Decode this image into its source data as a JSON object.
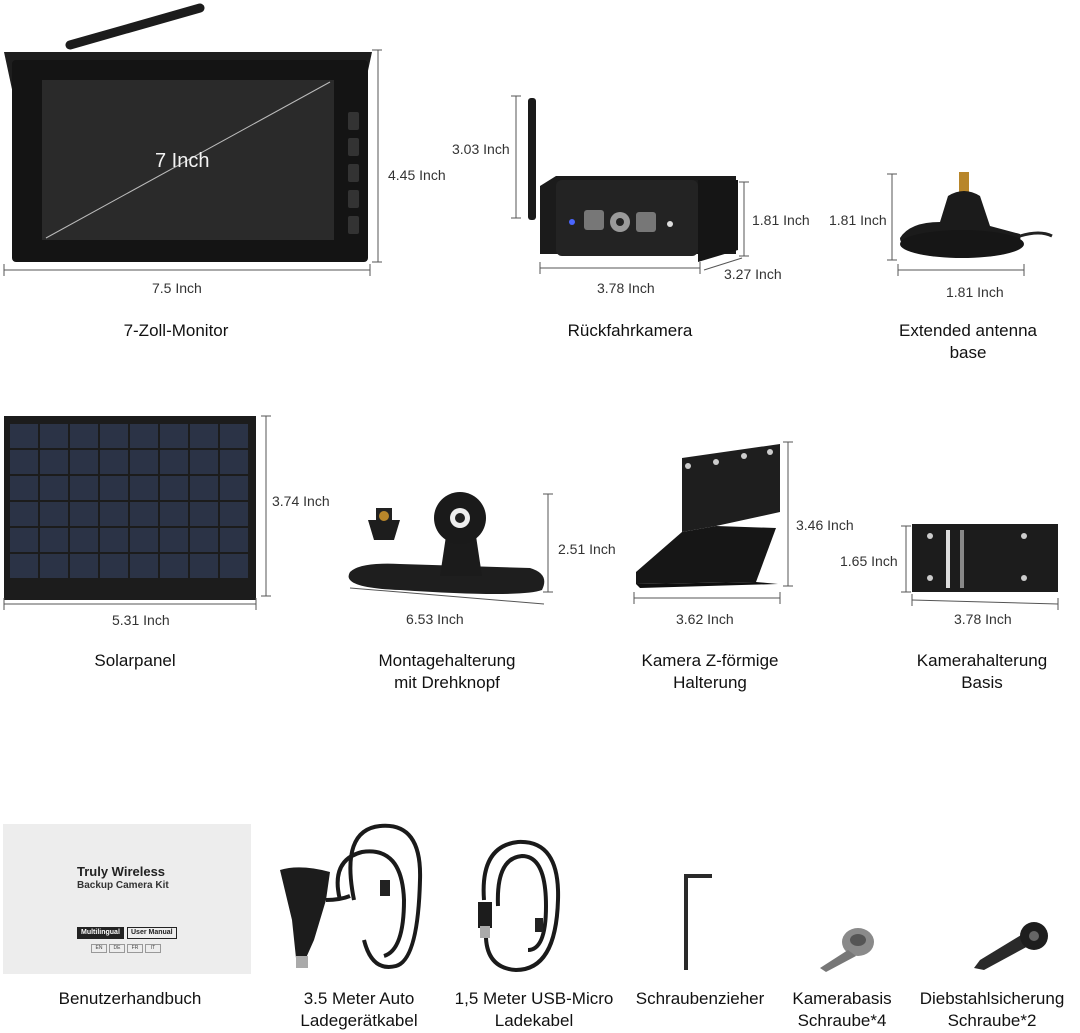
{
  "products": {
    "monitor": {
      "caption": "7-Zoll-Monitor",
      "screen": "7 Inch",
      "width": "7.5 Inch",
      "height": "4.45 Inch"
    },
    "camera": {
      "caption": "Rückfahrkamera",
      "antenna": "3.03 Inch",
      "height": "1.81 Inch",
      "width": "3.78 Inch",
      "depth": "3.27 Inch"
    },
    "antenna_base": {
      "caption_line1": "Extended antenna",
      "caption_line2": "base",
      "height": "1.81 Inch",
      "width": "1.81 Inch"
    },
    "solar": {
      "caption": "Solarpanel",
      "height": "3.74 Inch",
      "width": "5.31 Inch"
    },
    "mount": {
      "caption_line1": "Montagehalterung",
      "caption_line2": "mit Drehknopf",
      "height": "2.51 Inch",
      "width": "6.53 Inch"
    },
    "zbracket": {
      "caption_line1": "Kamera Z-förmige",
      "caption_line2": "Halterung",
      "height": "3.46 Inch",
      "width": "3.62 Inch"
    },
    "base_plate": {
      "caption_line1": "Kamerahalterung",
      "caption_line2": "Basis",
      "height": "1.65 Inch",
      "width": "3.78 Inch"
    }
  },
  "accessories": {
    "manual": {
      "caption": "Benutzerhandbuch",
      "title": "Truly Wireless",
      "subtitle": "Backup Camera Kit",
      "tab1": "Multilingual",
      "tab2": "User Manual",
      "langs": [
        "EN",
        "DE",
        "FR",
        "IT"
      ]
    },
    "car_charger": {
      "caption_line1": "3.5 Meter Auto",
      "caption_line2": "Ladegerätkabel"
    },
    "usb_cable": {
      "caption_line1": "1,5 Meter USB-Micro",
      "caption_line2": "Ladekabel"
    },
    "screwdriver": {
      "caption": "Schraubenzieher"
    },
    "base_screw": {
      "caption_line1": "Kamerabasis",
      "caption_line2": "Schraube*4"
    },
    "antitheft": {
      "caption_line1": "Diebstahlsicherung",
      "caption_line2": "Schraube*2"
    }
  }
}
